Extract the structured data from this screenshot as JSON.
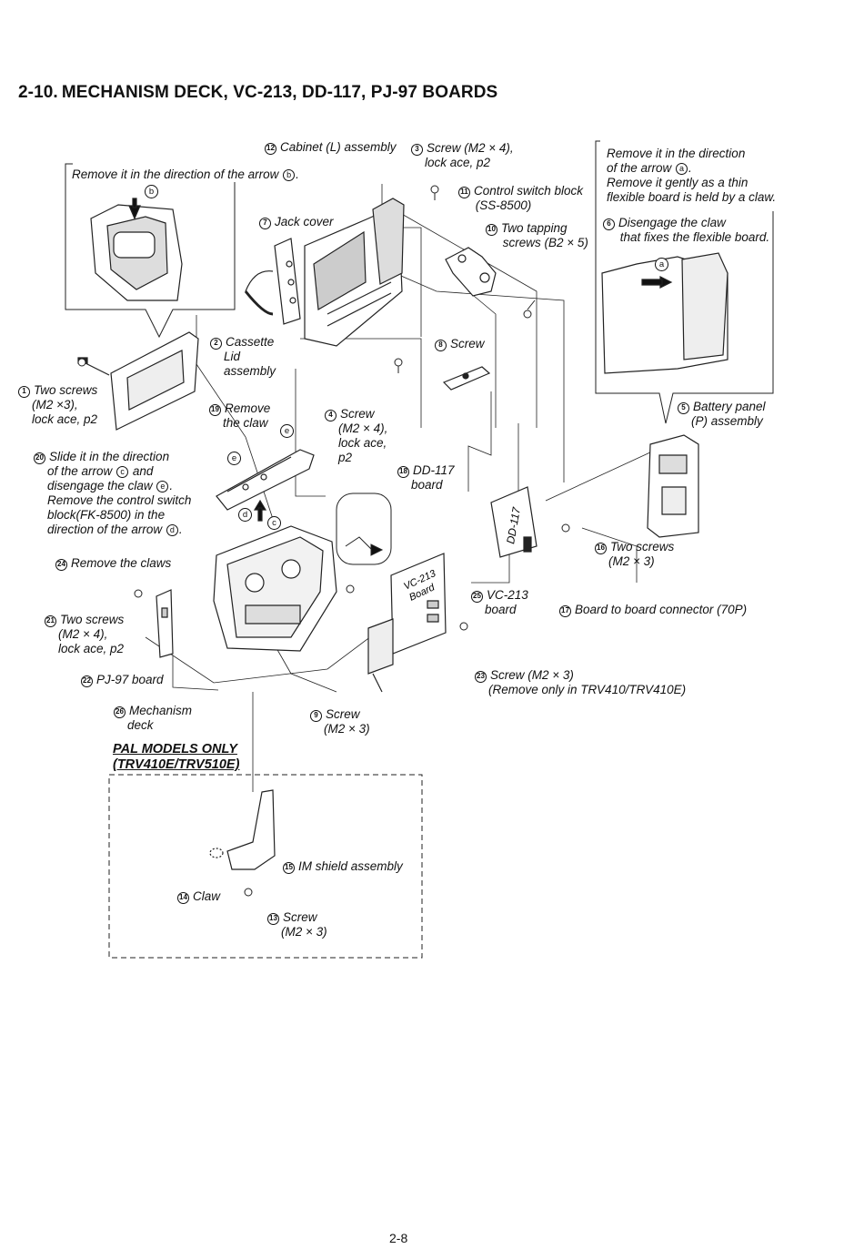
{
  "header": {
    "section": "2-10.",
    "title": "MECHANISM DECK, VC-213, DD-117, PJ-97 BOARDS"
  },
  "labels": {
    "l12": {
      "n": "12",
      "text": "Cabinet (L) assembly"
    },
    "l3": {
      "n": "3",
      "text": "Screw (M2 × 4),",
      "text2": "lock ace, p2"
    },
    "l11": {
      "n": "11",
      "text": "Control switch block",
      "text2": "(SS-8500)"
    },
    "l10": {
      "n": "10",
      "text": "Two tapping",
      "text2": "screws (B2 × 5)"
    },
    "l7": {
      "n": "7",
      "text": "Jack cover"
    },
    "l2": {
      "n": "2",
      "text": "Cassette",
      "text2": "Lid",
      "text3": "assembly"
    },
    "l8": {
      "n": "8",
      "text": "Screw"
    },
    "l1": {
      "n": "1",
      "text": "Two screws",
      "text2": "(M2 ×3),",
      "text3": "lock ace, p2"
    },
    "l19": {
      "n": "19",
      "text": "Remove",
      "text2": "the claw"
    },
    "l4": {
      "n": "4",
      "text": "Screw",
      "text2": "(M2 × 4),",
      "text3": "lock ace,",
      "text4": "p2"
    },
    "l20": {
      "n": "20",
      "text": "Slide it in the direction",
      "text2a": "of the arrow ",
      "text2b": " and",
      "text3a": "disengage the claw ",
      "text3b": ".",
      "text4": "Remove the control switch",
      "text5": "block(FK-8500) in the",
      "text6a": "direction of the arrow ",
      "text6b": "."
    },
    "l18": {
      "n": "18",
      "text": "DD-117",
      "text2": "board"
    },
    "l5": {
      "n": "5",
      "text": "Battery panel",
      "text2": "(P) assembly"
    },
    "l6": {
      "n": "6",
      "text": "Disengage the claw",
      "text2": "that fixes the flexible board."
    },
    "l16": {
      "n": "16",
      "text": "Two screws",
      "text2": "(M2 × 3)"
    },
    "l24": {
      "n": "24",
      "text": "Remove the claws"
    },
    "l25": {
      "n": "25",
      "text": "VC-213",
      "text2": "board"
    },
    "l17": {
      "n": "17",
      "text": "Board to board connector (70P)"
    },
    "l21": {
      "n": "21",
      "text": "Two screws",
      "text2": "(M2 × 4),",
      "text3": "lock ace, p2"
    },
    "l23": {
      "n": "23",
      "text": "Screw (M2 × 3)",
      "text2": "(Remove only in TRV410/TRV410E)"
    },
    "l22": {
      "n": "22",
      "text": "PJ-97 board"
    },
    "l26": {
      "n": "26",
      "text": "Mechanism",
      "text2": "deck"
    },
    "l9": {
      "n": "9",
      "text": "Screw",
      "text2": "(M2 × 3)"
    },
    "l15": {
      "n": "15",
      "text": "IM shield assembly"
    },
    "l14": {
      "n": "14",
      "text": "Claw"
    },
    "l13": {
      "n": "13",
      "text": "Screw",
      "text2": "(M2 × 3)"
    }
  },
  "notes": {
    "arrow_b": {
      "text_a": "Remove it in the direction of the arrow ",
      "text_b": "."
    },
    "arrow_a": {
      "line1": "Remove it in the direction",
      "line2a": "of the arrow ",
      "line2b": ".",
      "line3": "Remove it gently as a thin",
      "line4": "flexible board is held by a claw."
    }
  },
  "circle_letters": {
    "a": "a",
    "b": "b",
    "c": "c",
    "d": "d",
    "e": "e"
  },
  "board_text": {
    "dd117": "DD-117",
    "vc213": "VC-213",
    "vc213_sub": "Board"
  },
  "pal": {
    "line1": "PAL MODELS ONLY",
    "line2": "(TRV410E/TRV510E)"
  },
  "footer": {
    "page": "2-8"
  }
}
